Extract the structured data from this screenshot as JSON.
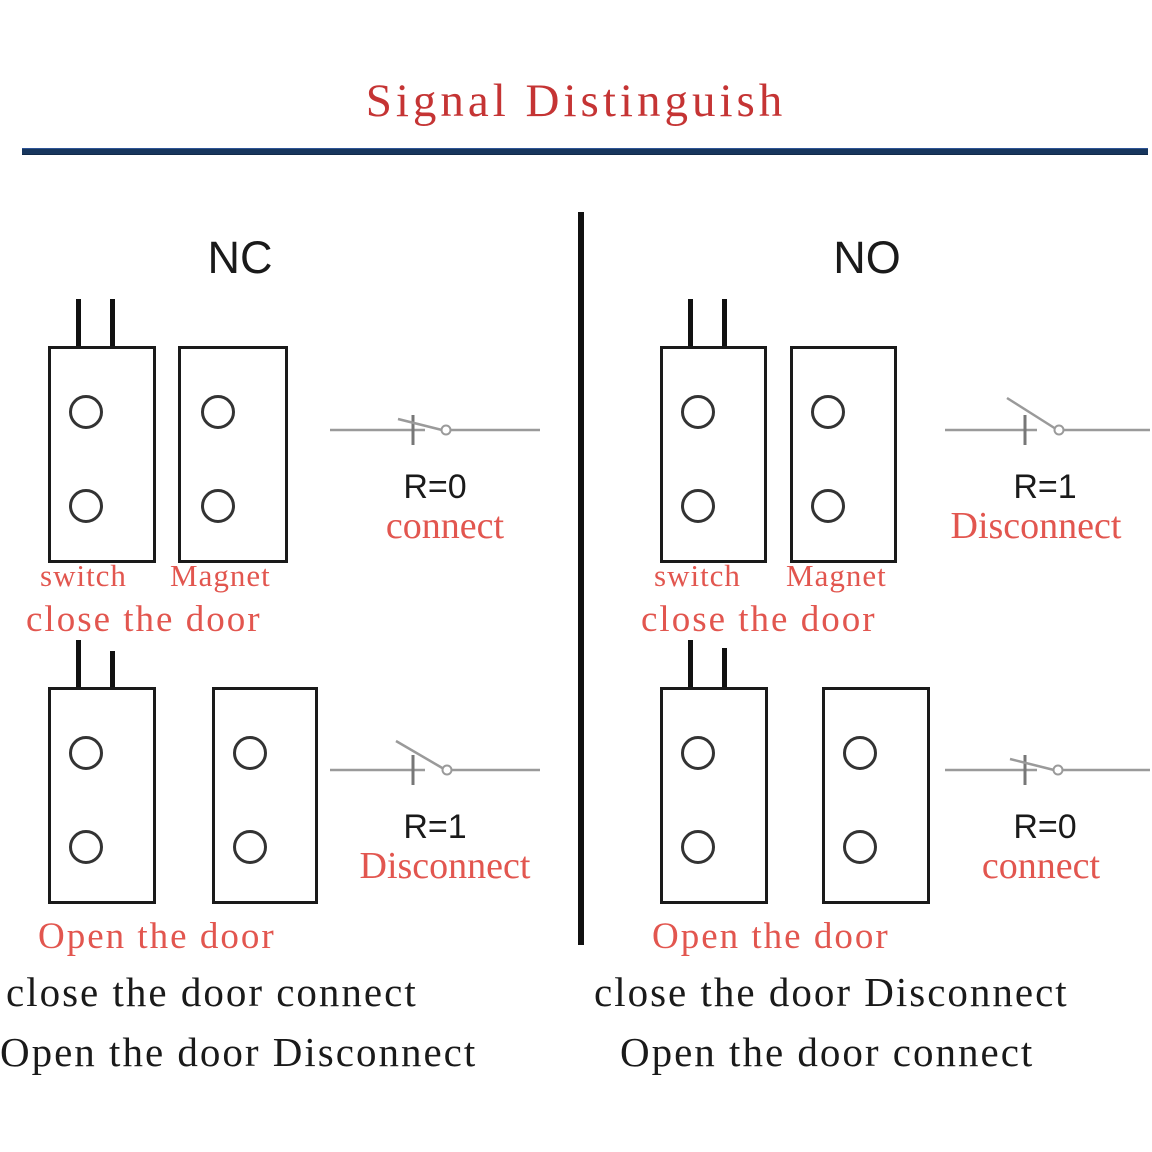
{
  "title": "Signal Distinguish",
  "theme": {
    "title_color": "#c53434",
    "rule_color": "#17365d",
    "caption_red": "#e2564f",
    "ink": "#1a1a1a",
    "symbol_gray": "#9a9a9a"
  },
  "columns": [
    {
      "id": "nc",
      "heading": "NC",
      "rows": [
        {
          "id": "nc-closed",
          "part_labels": {
            "switch": "switch",
            "magnet": "Magnet"
          },
          "door_state": "close the door",
          "resistance": "R=0",
          "contact_state": "connect",
          "symbol": "switch-closed"
        },
        {
          "id": "nc-open",
          "part_labels": {
            "switch": "",
            "magnet": ""
          },
          "door_state": "Open the door",
          "resistance": "R=1",
          "contact_state": "Disconnect",
          "symbol": "switch-open"
        }
      ],
      "summary": [
        "close the door connect",
        "Open the door Disconnect"
      ]
    },
    {
      "id": "no",
      "heading": "NO",
      "rows": [
        {
          "id": "no-closed",
          "part_labels": {
            "switch": "switch",
            "magnet": "Magnet"
          },
          "door_state": "close the door",
          "resistance": "R=1",
          "contact_state": "Disconnect",
          "symbol": "switch-open"
        },
        {
          "id": "no-open",
          "part_labels": {
            "switch": "",
            "magnet": ""
          },
          "door_state": "Open the door",
          "resistance": "R=0",
          "contact_state": "connect",
          "symbol": "switch-closed"
        }
      ],
      "summary": [
        "close the door Disconnect",
        "Open the door connect"
      ]
    }
  ]
}
